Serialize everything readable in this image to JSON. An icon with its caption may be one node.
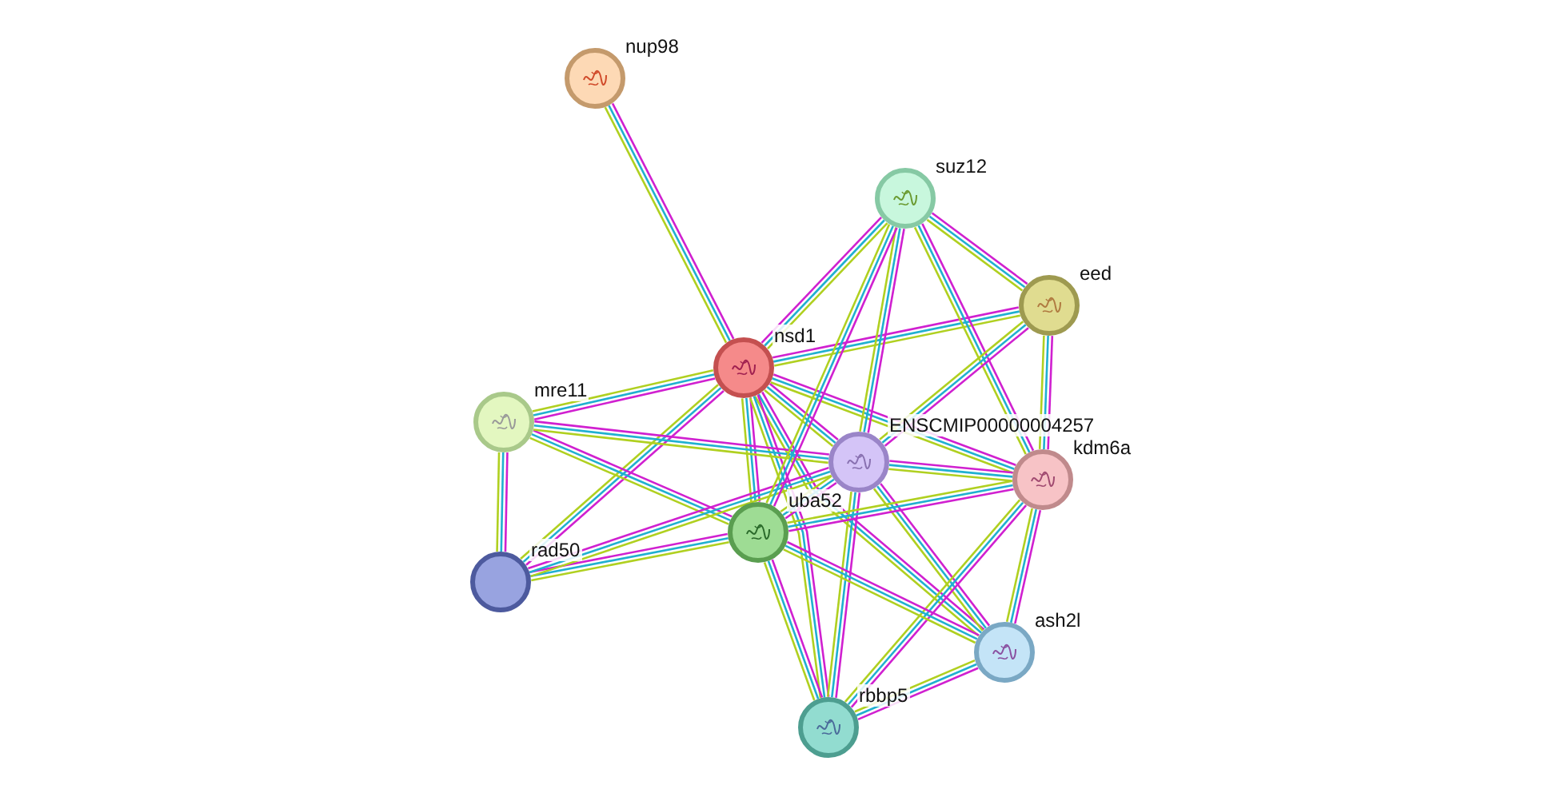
{
  "diagram": {
    "nodes": [
      {
        "text": [
          "nup98"
        ]
      },
      {
        "text": [
          "suz12"
        ]
      },
      {
        "text": [
          "eed"
        ]
      },
      {
        "text": [
          "nsd1"
        ]
      },
      {
        "text": [
          "mre11"
        ]
      },
      {
        "text": [
          "ENSCMIP00000004257"
        ]
      },
      {
        "text": [
          "kdm6a"
        ]
      },
      {
        "text": [
          "uba52"
        ]
      },
      {
        "text": [
          "rad50"
        ]
      },
      {
        "text": [
          "ash2l"
        ]
      },
      {
        "text": [
          "rbbp5"
        ]
      }
    ],
    "edges": [
      {
        "from": 0,
        "to": 3,
        "arrow": "none"
      },
      {
        "from": 3,
        "to": 4,
        "arrow": "none"
      },
      {
        "from": 3,
        "to": 8,
        "arrow": "none"
      },
      {
        "from": 3,
        "to": 7,
        "arrow": "none"
      },
      {
        "from": 3,
        "to": 5,
        "arrow": "none"
      },
      {
        "from": 3,
        "to": 6,
        "arrow": "none"
      },
      {
        "from": 3,
        "to": 2,
        "arrow": "none"
      },
      {
        "from": 3,
        "to": 1,
        "arrow": "none"
      },
      {
        "from": 3,
        "to": 9,
        "arrow": "none"
      },
      {
        "from": 3,
        "to": 10,
        "arrow": "none"
      },
      {
        "from": 4,
        "to": 8,
        "arrow": "none"
      },
      {
        "from": 4,
        "to": 7,
        "arrow": "none"
      },
      {
        "from": 4,
        "to": 5,
        "arrow": "none"
      },
      {
        "from": 8,
        "to": 7,
        "arrow": "none"
      },
      {
        "from": 8,
        "to": 5,
        "arrow": "none"
      },
      {
        "from": 1,
        "to": 2,
        "arrow": "none"
      },
      {
        "from": 1,
        "to": 6,
        "arrow": "none"
      },
      {
        "from": 1,
        "to": 5,
        "arrow": "none"
      },
      {
        "from": 1,
        "to": 7,
        "arrow": "none"
      },
      {
        "from": 2,
        "to": 6,
        "arrow": "none"
      },
      {
        "from": 2,
        "to": 5,
        "arrow": "none"
      },
      {
        "from": 5,
        "to": 6,
        "arrow": "none"
      },
      {
        "from": 5,
        "to": 7,
        "arrow": "none"
      },
      {
        "from": 5,
        "to": 9,
        "arrow": "none"
      },
      {
        "from": 5,
        "to": 10,
        "arrow": "none"
      },
      {
        "from": 6,
        "to": 7,
        "arrow": "none"
      },
      {
        "from": 6,
        "to": 9,
        "arrow": "none"
      },
      {
        "from": 6,
        "to": 10,
        "arrow": "none"
      },
      {
        "from": 7,
        "to": 9,
        "arrow": "none"
      },
      {
        "from": 7,
        "to": 10,
        "arrow": "none"
      },
      {
        "from": 9,
        "to": 10,
        "arrow": "none"
      }
    ]
  }
}
